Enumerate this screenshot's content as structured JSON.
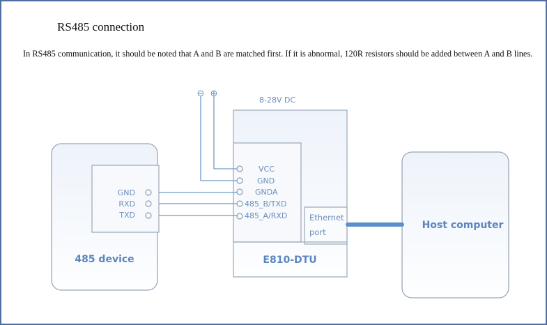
{
  "document": {
    "heading": "RS485 connection",
    "paragraph": "In RS485 communication, it should be noted that A and B are matched first. If it is abnormal, 120R resistors should be added between A and B lines."
  },
  "diagram": {
    "power": {
      "label": "8-28V DC",
      "negative_symbol": "⊖",
      "positive_symbol": "⊕"
    },
    "device_485": {
      "label": "485 device",
      "pins": [
        "GND",
        "RXD",
        "TXD"
      ]
    },
    "dtu": {
      "label": "E810-DTU",
      "pins": [
        "VCC",
        "GND",
        "GNDA",
        "485_B/TXD",
        "485_A/RXD"
      ],
      "ethernet_label_line1": "Ethernet",
      "ethernet_label_line2": "port"
    },
    "host": {
      "label": "Host computer"
    },
    "colors": {
      "line": "#6f9ac6",
      "box_border": "#9aa8b8",
      "text": "#6a8fbd",
      "ethernet_cable": "#5b8fcb"
    }
  }
}
